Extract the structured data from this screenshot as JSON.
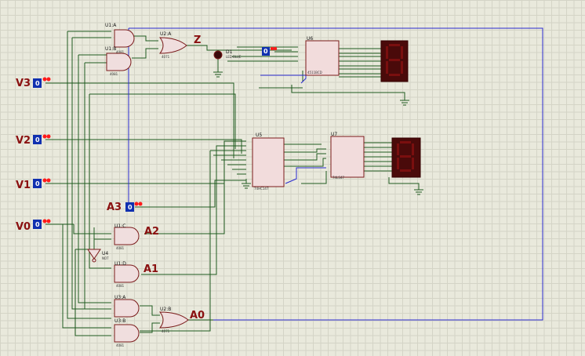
{
  "inputs": [
    {
      "label": "V3",
      "value": "0"
    },
    {
      "label": "V2",
      "value": "0"
    },
    {
      "label": "V1",
      "value": "0"
    },
    {
      "label": "V0",
      "value": "0"
    },
    {
      "label": "A3",
      "value": "0"
    }
  ],
  "outputs": {
    "z": "Z",
    "a2": "A2",
    "a1": "A1",
    "a0": "A0"
  },
  "gates": {
    "u1a": "U1:A",
    "u1b": "U1:B",
    "u1c": "U1:C",
    "u1d": "U1:D",
    "u2a": "U2:A",
    "u2b": "U2:B",
    "u3a": "U3:A",
    "u3b": "U3:B",
    "u4": "U4",
    "u4_type": "NOT",
    "and_part": "4081",
    "or_part": "4071"
  },
  "chips": {
    "u5": "U5",
    "u6": "U6",
    "u7": "U7",
    "u5_part": "74HC147",
    "u6_part": "4511BCD",
    "u7_part": "74LS47"
  },
  "led": {
    "ref": "D1",
    "part": "LED-BLUE"
  },
  "small_terminal_value": "0"
}
